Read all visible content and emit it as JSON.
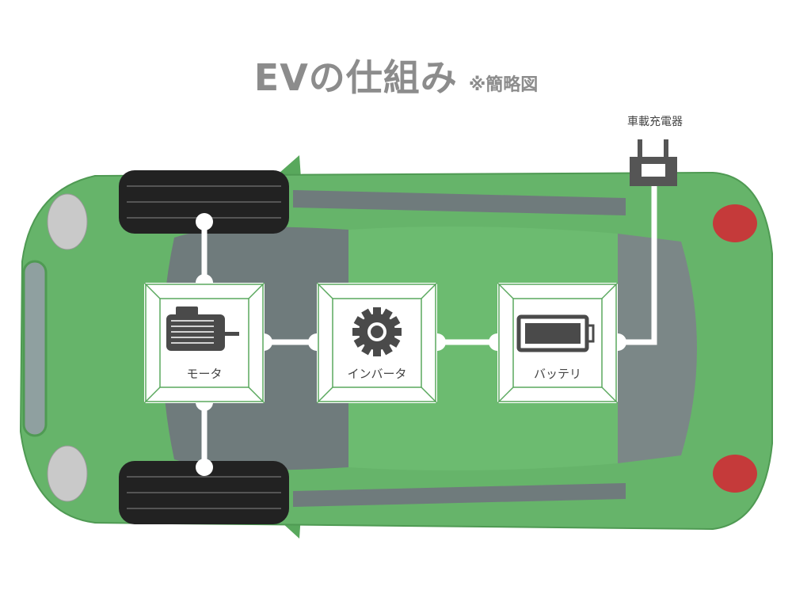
{
  "title": {
    "main": "EVの仕組み",
    "sub": "※簡略図"
  },
  "charger": {
    "label": "車載充電器",
    "icon": "plug-icon"
  },
  "components": [
    {
      "label": "モータ",
      "icon": "motor-icon"
    },
    {
      "label": "インバータ",
      "icon": "gear-icon"
    },
    {
      "label": "バッテリ",
      "icon": "battery-icon"
    }
  ],
  "colors": {
    "body": "#66b46a",
    "accent": "#5aa85e",
    "icon": "#4a4a4a",
    "title": "#8c8c8c"
  }
}
